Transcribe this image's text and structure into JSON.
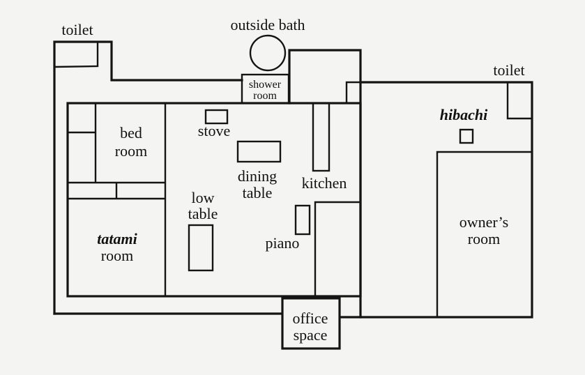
{
  "title": "House floor plan",
  "labels": {
    "toilet_left": "toilet",
    "outside_bath": "outside bath",
    "shower_room": [
      "shower",
      "room"
    ],
    "toilet_right": "toilet",
    "hibachi": "hibachi",
    "bed_room": [
      "bed",
      "room"
    ],
    "stove": "stove",
    "dining_table": [
      "dining",
      "table"
    ],
    "kitchen": "kitchen",
    "low_table": [
      "low",
      "table"
    ],
    "piano": "piano",
    "tatami_room": [
      "tatami",
      "room"
    ],
    "owners_room": [
      "owner’s",
      "room"
    ],
    "office_space": [
      "office",
      "space"
    ]
  }
}
